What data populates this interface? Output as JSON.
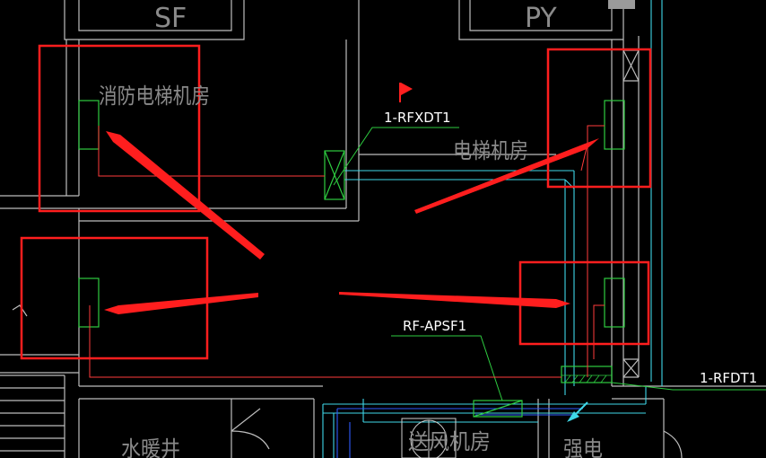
{
  "diagram": {
    "rooms": {
      "fire_elevator_room": "消防电梯机房",
      "elevator_room": "电梯机房",
      "sf_room": "SF",
      "py_room": "PY",
      "water_heating_shaft": "水暖井",
      "fan_room": "送风机房",
      "strong_current": "强电"
    },
    "labels": {
      "rfxdt1": "1-RFXDT1",
      "rfapsf1": "RF-APSF1",
      "rfdt1": "1-RFDT1"
    }
  },
  "colors": {
    "wall": "#c8c8c8",
    "duct": "#3fd8e8",
    "duct_blue": "#2f5bff",
    "green": "#2ecc40",
    "red_line": "#ff3b3b",
    "highlight": "#ff1e1e",
    "flag": "#ff2020"
  }
}
